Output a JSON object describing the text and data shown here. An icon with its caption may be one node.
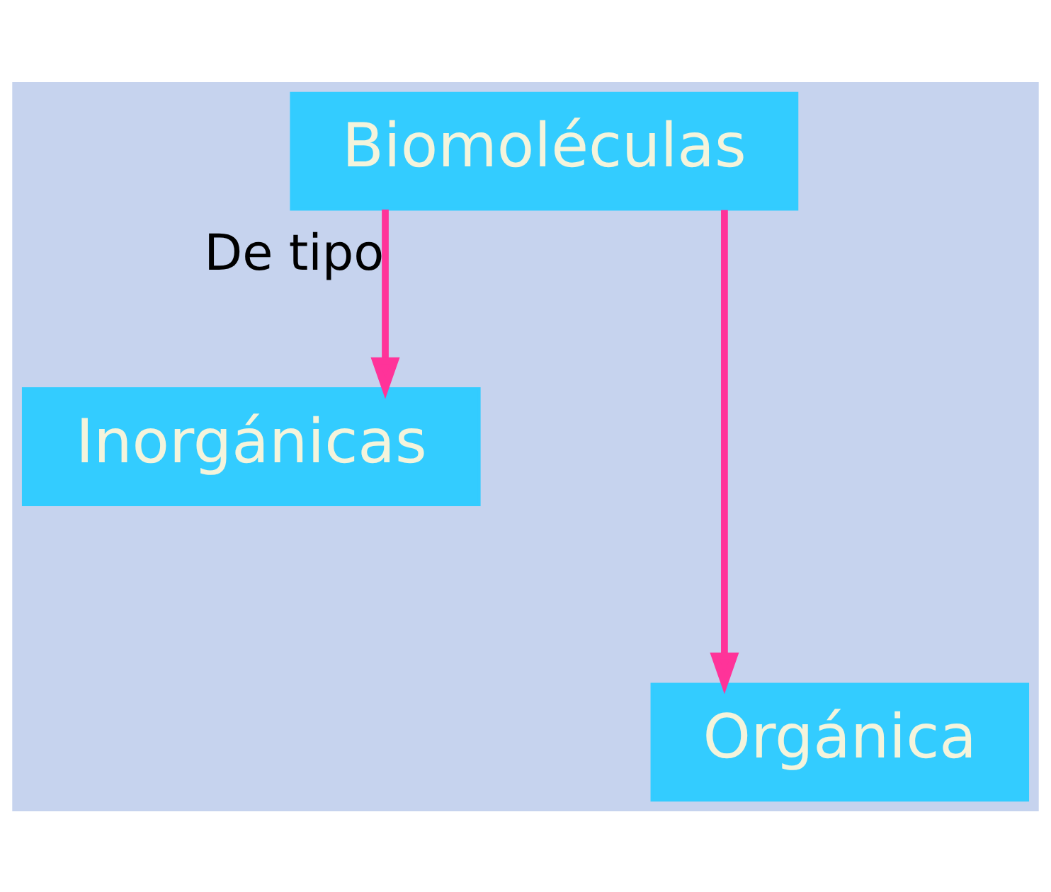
{
  "diagram": {
    "nodes": [
      {
        "text": [
          "Biomoléculas"
        ]
      },
      {
        "text": [
          "Inorgánicas"
        ]
      },
      {
        "text": [
          "Orgánica"
        ]
      }
    ],
    "edges": [
      {
        "from": 0,
        "to": 1,
        "arrow": "to",
        "label": "De tipo"
      },
      {
        "from": 0,
        "to": 2,
        "arrow": "to"
      }
    ]
  }
}
